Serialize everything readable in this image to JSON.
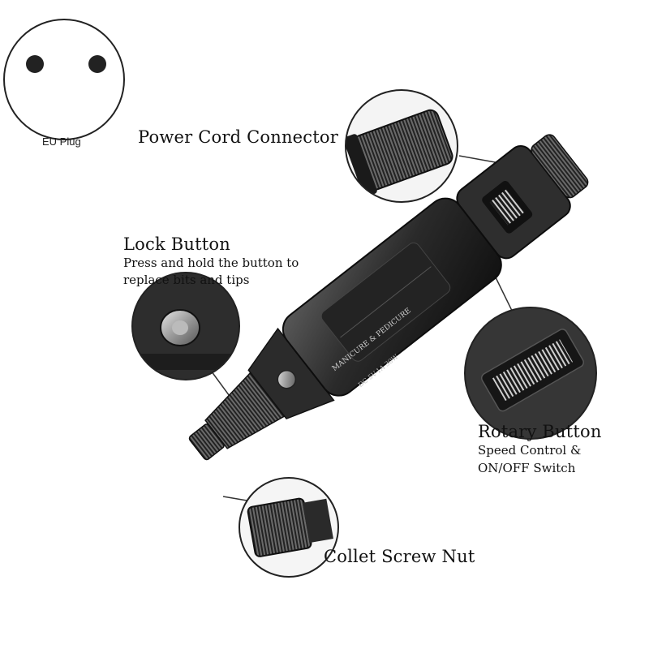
{
  "plug": {
    "label": "EU Plug"
  },
  "callouts": {
    "power_cord": {
      "title": "Power Cord Connector"
    },
    "lock_button": {
      "title": "Lock Button",
      "desc_line1": "Press and hold the button to",
      "desc_line2": "replace bits and tips"
    },
    "rotary_button": {
      "title": "Rotary Button",
      "desc_line1": "Speed Control &",
      "desc_line2": "ON/OFF Switch"
    },
    "collet_nut": {
      "title": "Collet Screw Nut"
    }
  },
  "device": {
    "body_text": "MANICURE & PEDICURE",
    "model_text": "DC 5V-1A  30W"
  },
  "colors": {
    "device_body": "#2c2c2c",
    "device_dark": "#1a1a1a",
    "callout_ring": "#222222"
  }
}
